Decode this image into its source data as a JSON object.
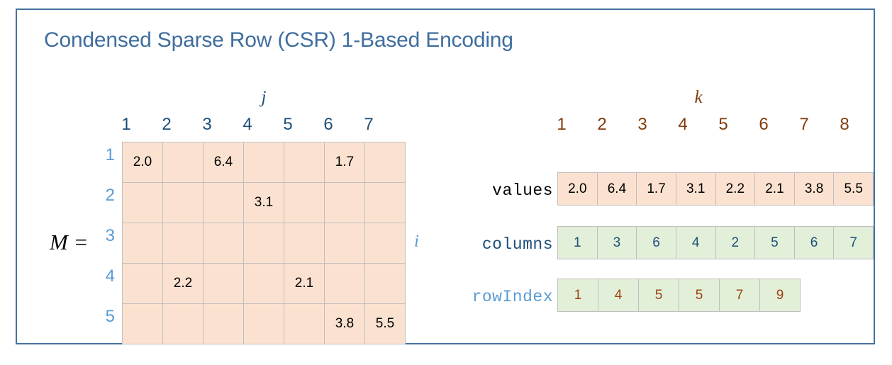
{
  "slide": {
    "title": "Condensed Sparse Row (CSR) 1-Based Encoding",
    "border_color": "#4472A0",
    "title_color": "#3F6E9E"
  },
  "matrix": {
    "name": "M",
    "equals_label": "M =",
    "row_axis_label": "i",
    "col_axis_label": "j",
    "col_headers": [
      "1",
      "2",
      "3",
      "4",
      "5",
      "6",
      "7"
    ],
    "row_headers": [
      "1",
      "2",
      "3",
      "4",
      "5"
    ],
    "rows": [
      [
        "2.0",
        "",
        "6.4",
        "",
        "",
        "1.7",
        ""
      ],
      [
        "",
        "",
        "",
        "3.1",
        "",
        "",
        ""
      ],
      [
        "",
        "",
        "",
        "",
        "",
        "",
        ""
      ],
      [
        "",
        "2.2",
        "",
        "",
        "2.1",
        "",
        ""
      ],
      [
        "",
        "",
        "",
        "",
        "",
        "3.8",
        "5.5"
      ]
    ],
    "cell_fill": "#FBE2D0",
    "cell_border": "#BFBFBF",
    "col_header_color": "#1F4E79",
    "row_header_color": "#5B9BD5"
  },
  "arrays": {
    "index_axis_label": "k",
    "index_headers": [
      "1",
      "2",
      "3",
      "4",
      "5",
      "6",
      "7",
      "8"
    ],
    "index_header_color": "#843C0C",
    "values": {
      "label": "values",
      "label_color": "#000000",
      "cells": [
        "2.0",
        "6.4",
        "1.7",
        "3.1",
        "2.2",
        "2.1",
        "3.8",
        "5.5"
      ],
      "fill": "#FBE2D0",
      "text_color": "#000000"
    },
    "columns": {
      "label": "columns",
      "label_color": "#1F4E79",
      "cells": [
        "1",
        "3",
        "6",
        "4",
        "2",
        "5",
        "6",
        "7"
      ],
      "fill": "#E2EFD9",
      "text_color": "#1F4E79"
    },
    "rowIndex": {
      "label": "rowIndex",
      "label_color": "#5B9BD5",
      "cells": [
        "1",
        "4",
        "5",
        "5",
        "7",
        "9"
      ],
      "fill": "#E2EFD9",
      "text_color": "#9C4310"
    }
  }
}
